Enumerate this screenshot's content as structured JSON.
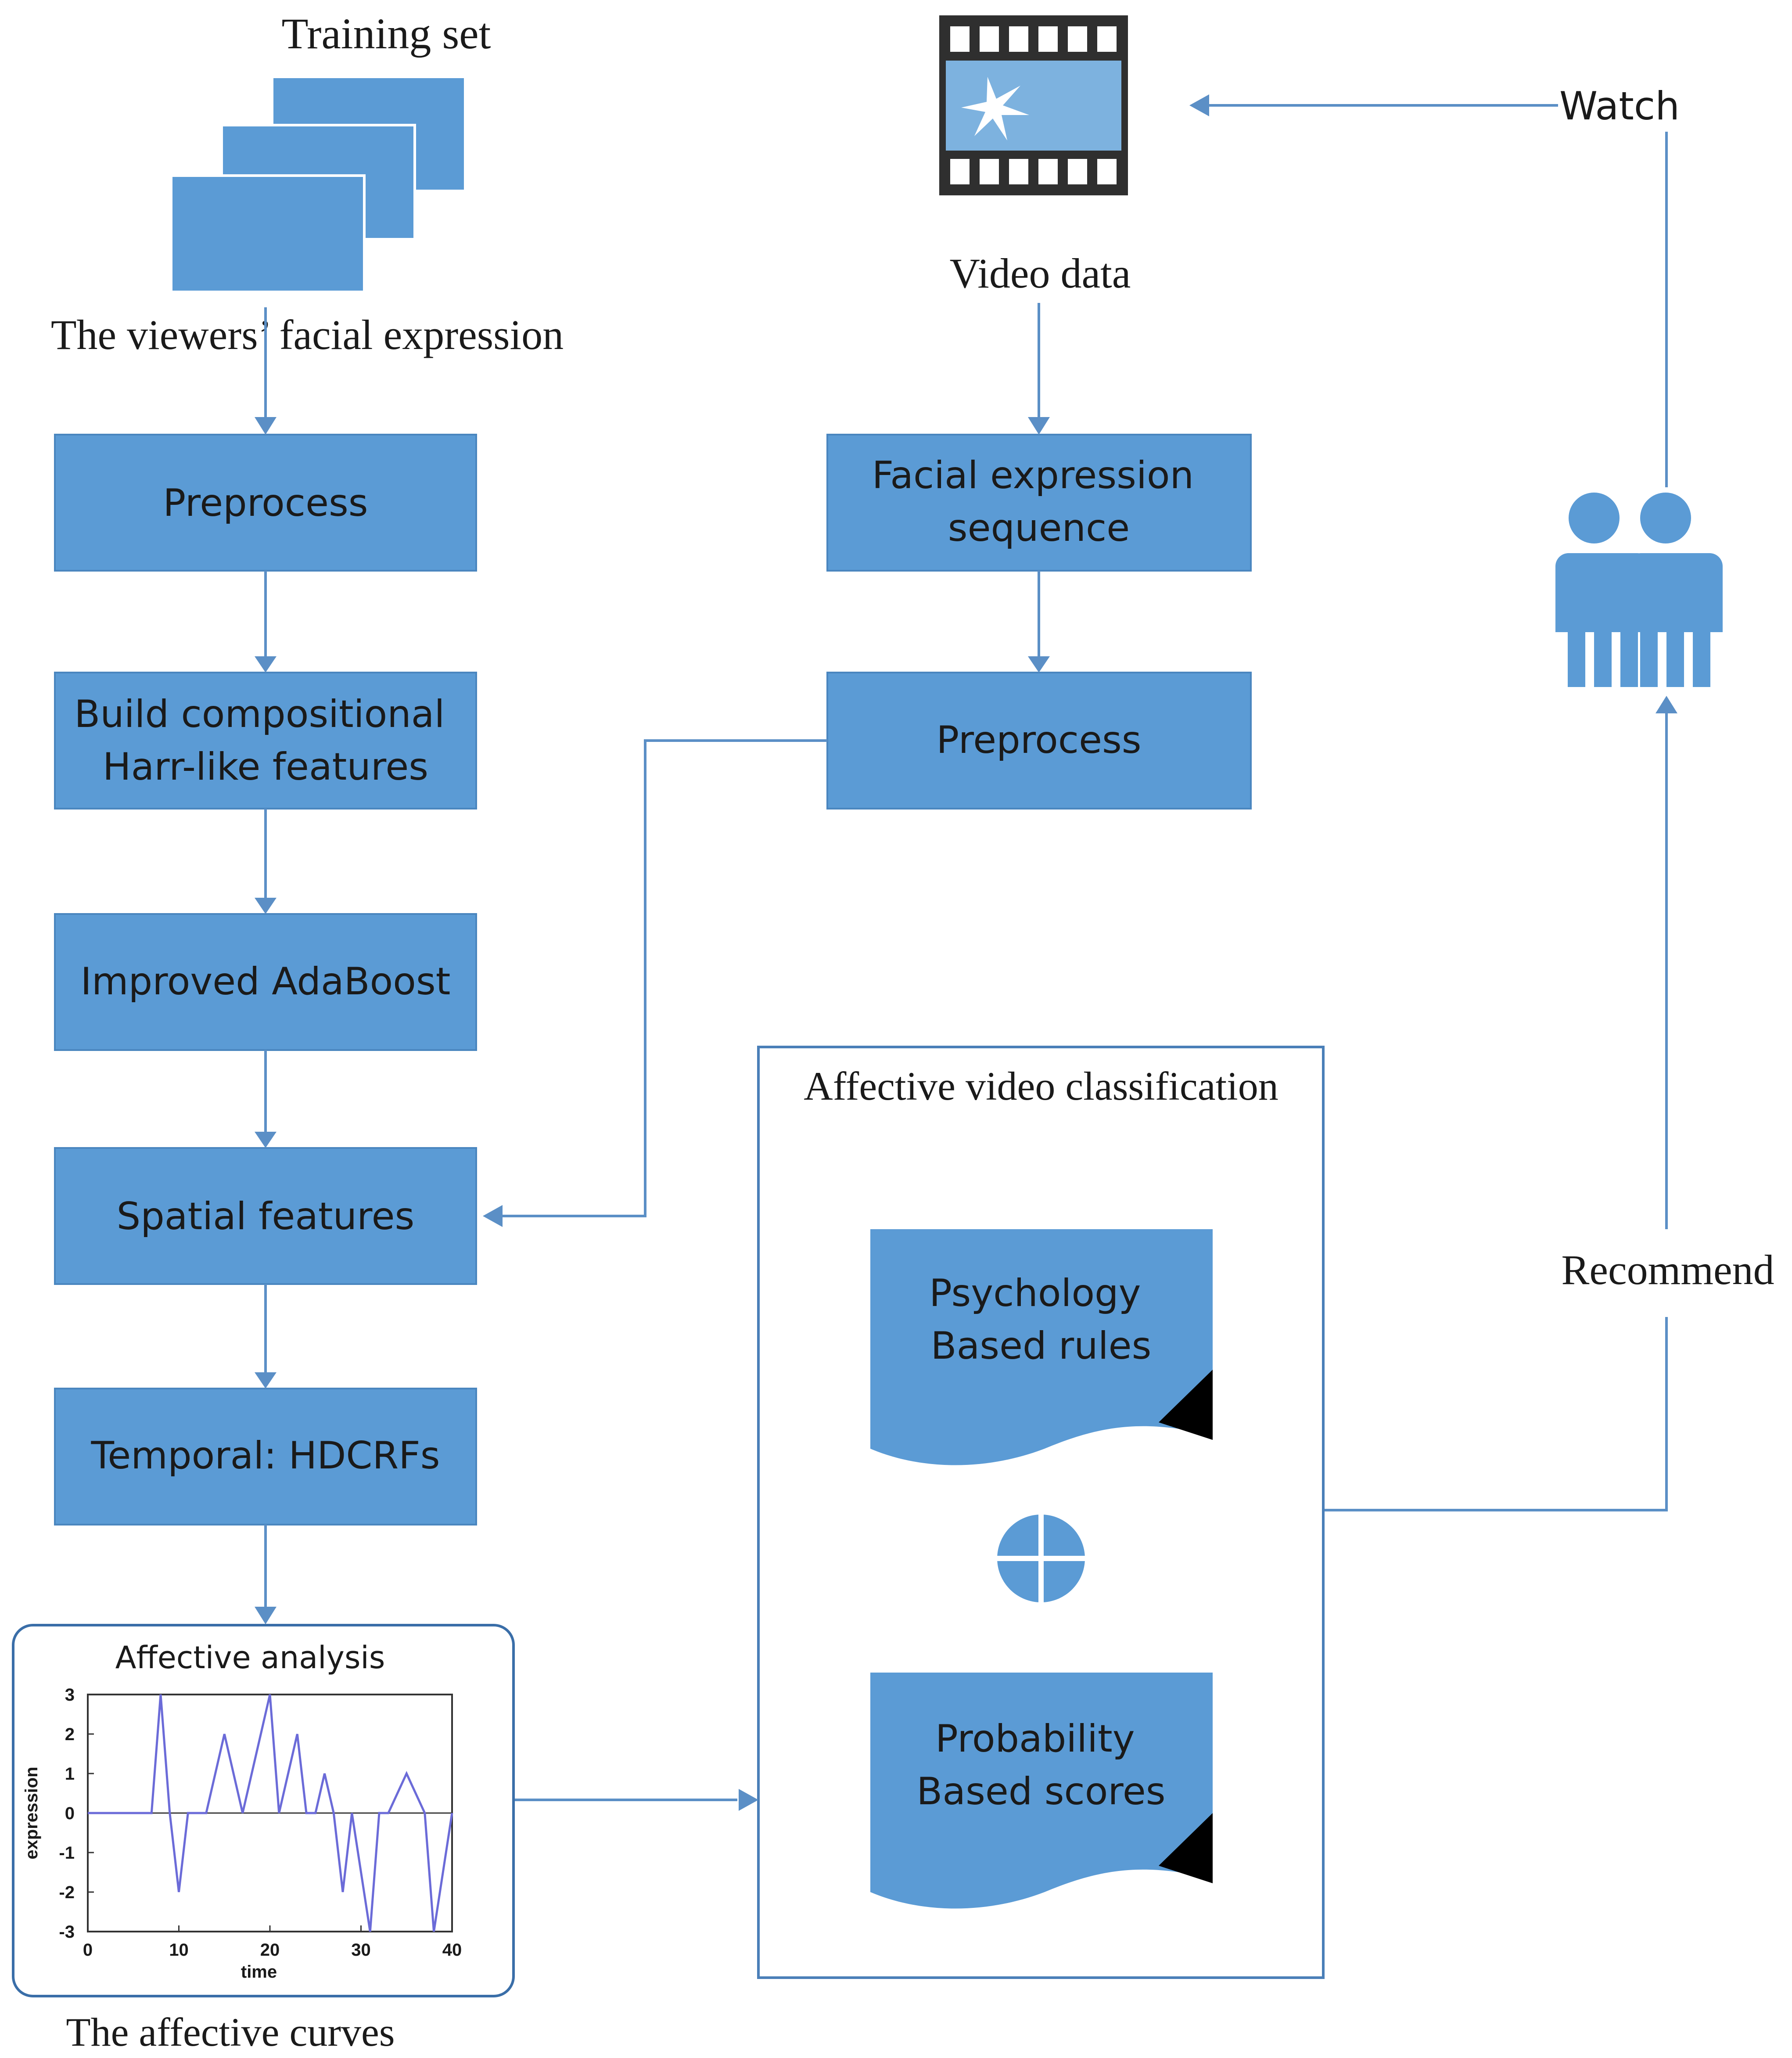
{
  "labels": {
    "training_set": "Training set",
    "viewers_facial_expression": "The viewers’  facial expression",
    "video_data": "Video data",
    "watch": "Watch",
    "recommend": "Recommend",
    "affective_curves": "The  affective curves"
  },
  "left_column": [
    {
      "lines": [
        "Preprocess"
      ]
    },
    {
      "lines": [
        "Build compositional",
        "Harr-like features"
      ]
    },
    {
      "lines": [
        "Improved AdaBoost"
      ]
    },
    {
      "lines": [
        "Spatial features"
      ]
    },
    {
      "lines": [
        "Temporal: HDCRFs"
      ]
    }
  ],
  "middle_column": [
    {
      "lines": [
        "Facial expression",
        "sequence"
      ]
    },
    {
      "lines": [
        "Preprocess"
      ]
    }
  ],
  "classification": {
    "title": "Affective video classification",
    "docs": [
      {
        "lines": [
          "Psychology",
          "Based rules"
        ]
      },
      {
        "lines": [
          "Probability",
          "Based scores"
        ]
      }
    ]
  },
  "colors": {
    "box_fill": "#5b9bd5",
    "line": "#5b8fc6",
    "curve": "#6b6bd8"
  },
  "icons": {
    "video": "film-strip-icon",
    "users": "two-people-icon",
    "combine": "circle-plus-icon"
  },
  "chart_data": {
    "type": "line",
    "title": "Affective analysis",
    "xlabel": "time",
    "ylabel": "expression",
    "xlim": [
      0,
      40
    ],
    "ylim": [
      -3,
      3
    ],
    "xticks": [
      "0",
      "10",
      "20",
      "30",
      "40"
    ],
    "yticks": [
      "3",
      "2",
      "1",
      "0",
      "-1",
      "-2",
      "-3"
    ],
    "grid": false,
    "series": [
      {
        "x": [
          0,
          7,
          8,
          9,
          10,
          11,
          13,
          15,
          17,
          20,
          21,
          23,
          24,
          25,
          26,
          27,
          28,
          29,
          31,
          32,
          33,
          35,
          37,
          38,
          40
        ],
        "y": [
          0,
          0,
          3,
          0,
          -2,
          0,
          0,
          2,
          0,
          3,
          0,
          2,
          0,
          0,
          1,
          0,
          -2,
          0,
          -3,
          0,
          0,
          1,
          0,
          -3,
          0
        ]
      }
    ]
  }
}
